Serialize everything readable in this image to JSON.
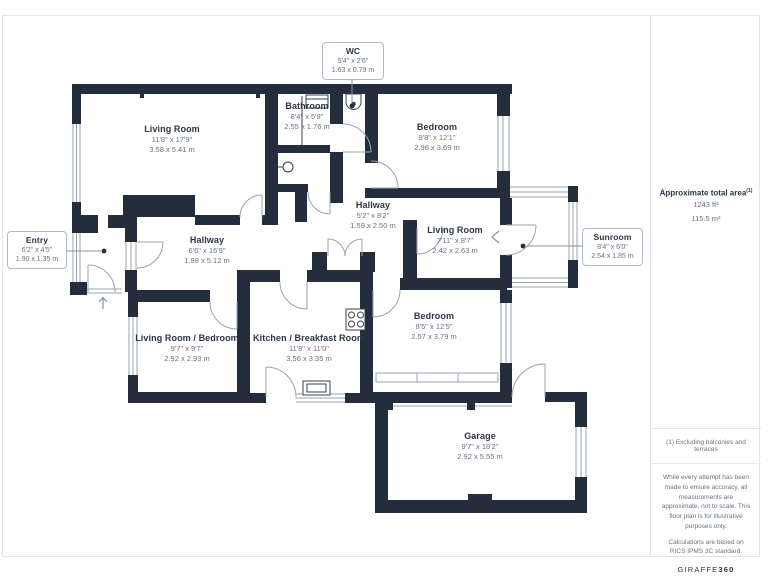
{
  "colors": {
    "wall": "#242D3B",
    "room_label": "#2B3545",
    "dimension_text": "#6A7380",
    "door_window_line": "#9AA3AE",
    "leader_line": "#8A93A0",
    "frame_border": "#E4E7EA",
    "callout_border": "#B3BAC3",
    "fixture_line": "#39424F"
  },
  "rooms": [
    {
      "name": "Living Room",
      "dims_ft": "11'8\" x 17'9\"",
      "dims_m": "3.58 x 5.41 m"
    },
    {
      "name": "Hallway",
      "dims_ft": "6'6\" x 16'9\"",
      "dims_m": "1.98 x 5.12 m"
    },
    {
      "name": "Living Room / Bedroom",
      "dims_ft": "9'7\" x 9'7\"",
      "dims_m": "2.92 x 2.93 m"
    },
    {
      "name": "Kitchen / Breakfast Room",
      "dims_ft": "11'8\" x 11'0\"",
      "dims_m": "3.56 x 3.35 m"
    },
    {
      "name": "Bathroom",
      "dims_ft": "8'4\" x 5'9\"",
      "dims_m": "2.55 x 1.76 m"
    },
    {
      "name": "Bedroom",
      "dims_ft": "9'8\" x 12'1\"",
      "dims_m": "2.96 x 3.69 m"
    },
    {
      "name": "Hallway",
      "dims_ft": "5'2\" x 8'2\"",
      "dims_m": "1.59 x 2.50 m"
    },
    {
      "name": "Living Room",
      "dims_ft": "7'11\" x 8'7\"",
      "dims_m": "2.42 x 2.63 m"
    },
    {
      "name": "Bedroom",
      "dims_ft": "8'5\" x 12'5\"",
      "dims_m": "2.57 x 3.79 m"
    },
    {
      "name": "Garage",
      "dims_ft": "9'7\" x 18'2\"",
      "dims_m": "2.92 x 5.55 m"
    }
  ],
  "callouts": [
    {
      "name": "WC",
      "dims_ft": "5'4\" x 2'6\"",
      "dims_m": "1.63 x 0.79 m"
    },
    {
      "name": "Entry",
      "dims_ft": "6'2\" x 4'5\"",
      "dims_m": "1.90 x 1.35 m"
    },
    {
      "name": "Sunroom",
      "dims_ft": "8'4\" x 6'0\"",
      "dims_m": "2.54 x 1.85 m"
    }
  ],
  "sidebar": {
    "total_area_label": "Approximate total area",
    "total_area_sup": "(1)",
    "area_ft": "1243 ft²",
    "area_m": "115.5 m²",
    "footnote": "(1) Excluding balconies and terraces",
    "disclaimer": "While every attempt has been made to ensure accuracy, all measurements are approximate, not to scale. This floor plan is for illustrative purposes only.",
    "standard": "Calculations are based on RICS IPMS 3C standard.",
    "logo_text": "GIRAFFE",
    "logo_bold": "360"
  }
}
